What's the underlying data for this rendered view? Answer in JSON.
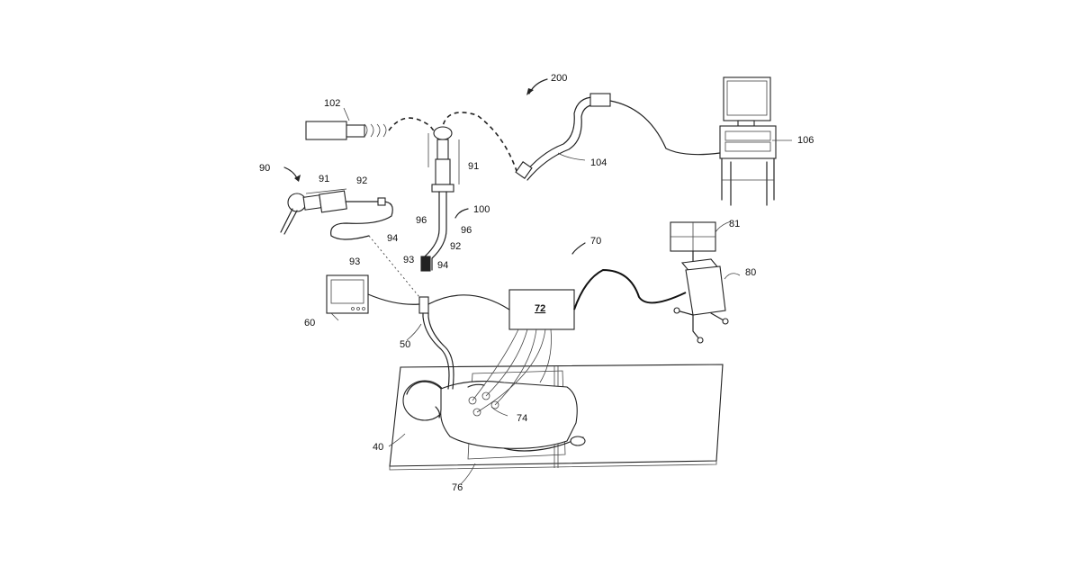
{
  "figure": {
    "colors": {
      "line": "#222222",
      "background": "#ffffff"
    },
    "reference_numerals": {
      "r200": "200",
      "r102": "102",
      "r106": "106",
      "r104": "104",
      "r90": "90",
      "r91_scope": "91",
      "r92_scope": "92",
      "r96_scope": "96",
      "r94_scope": "94",
      "r93_scope": "93",
      "r91_tube": "91",
      "r100": "100",
      "r96_tube": "96",
      "r92_tube": "92",
      "r93_tube": "93",
      "r94_tube": "94",
      "r70": "70",
      "r81": "81",
      "r80": "80",
      "r72": "72",
      "r60": "60",
      "r50": "50",
      "r74": "74",
      "r40": "40",
      "r76": "76"
    }
  }
}
